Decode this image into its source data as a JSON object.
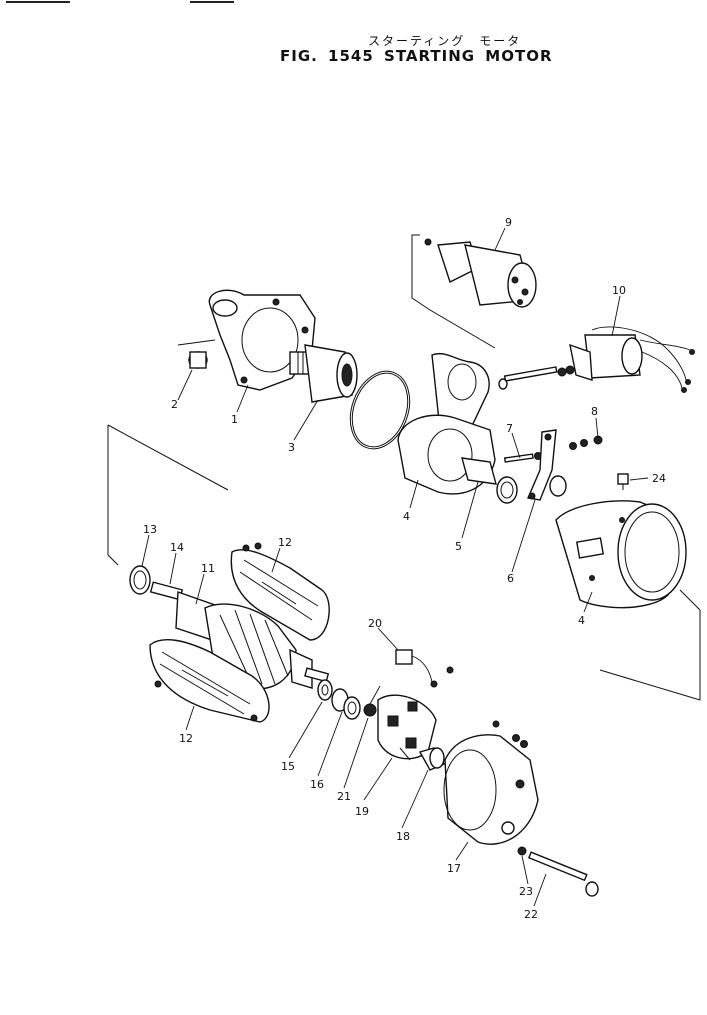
{
  "header": {
    "japanese_title": "スターティング　モータ",
    "figure_title": "FIG. 1545 STARTING MOTOR"
  },
  "parts": [
    {
      "id": "p1",
      "label": "1"
    },
    {
      "id": "p2",
      "label": "2"
    },
    {
      "id": "p3",
      "label": "3"
    },
    {
      "id": "p4a",
      "label": "4"
    },
    {
      "id": "p4b",
      "label": "4"
    },
    {
      "id": "p5",
      "label": "5"
    },
    {
      "id": "p6",
      "label": "6"
    },
    {
      "id": "p7",
      "label": "7"
    },
    {
      "id": "p8",
      "label": "8"
    },
    {
      "id": "p9",
      "label": "9"
    },
    {
      "id": "p10",
      "label": "10"
    },
    {
      "id": "p11",
      "label": "11"
    },
    {
      "id": "p12a",
      "label": "12"
    },
    {
      "id": "p12b",
      "label": "12"
    },
    {
      "id": "p13",
      "label": "13"
    },
    {
      "id": "p14",
      "label": "14"
    },
    {
      "id": "p15",
      "label": "15"
    },
    {
      "id": "p16",
      "label": "16"
    },
    {
      "id": "p17",
      "label": "17"
    },
    {
      "id": "p18",
      "label": "18"
    },
    {
      "id": "p19",
      "label": "19"
    },
    {
      "id": "p20",
      "label": "20"
    },
    {
      "id": "p21",
      "label": "21"
    },
    {
      "id": "p22",
      "label": "22"
    },
    {
      "id": "p23",
      "label": "23"
    },
    {
      "id": "p24",
      "label": "24"
    }
  ]
}
